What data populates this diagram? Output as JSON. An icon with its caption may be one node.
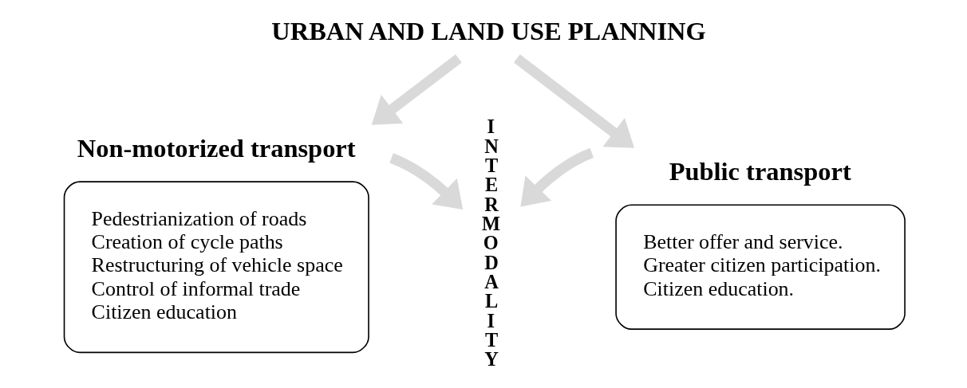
{
  "diagram": {
    "nodes": [
      {
        "text": [
          "URBAN AND LAND USE PLANNING"
        ]
      },
      {
        "text": [
          "Non-motorized transport",
          "Pedestrianization of roads",
          "Creation of cycle paths",
          "Restructuring of vehicle space",
          "Control of informal trade",
          "Citizen education"
        ]
      },
      {
        "text": [
          "Public transport",
          "Better offer and service.",
          "Greater citizen participation.",
          "Citizen education."
        ]
      },
      {
        "text": [
          "INTERMODALITY"
        ]
      }
    ],
    "edges": [
      {
        "from": 0,
        "to": 1,
        "arrow": "to"
      },
      {
        "from": 0,
        "to": 2,
        "arrow": "to"
      },
      {
        "from": 1,
        "to": 3,
        "arrow": "to"
      },
      {
        "from": 2,
        "to": 3,
        "arrow": "to"
      }
    ]
  }
}
